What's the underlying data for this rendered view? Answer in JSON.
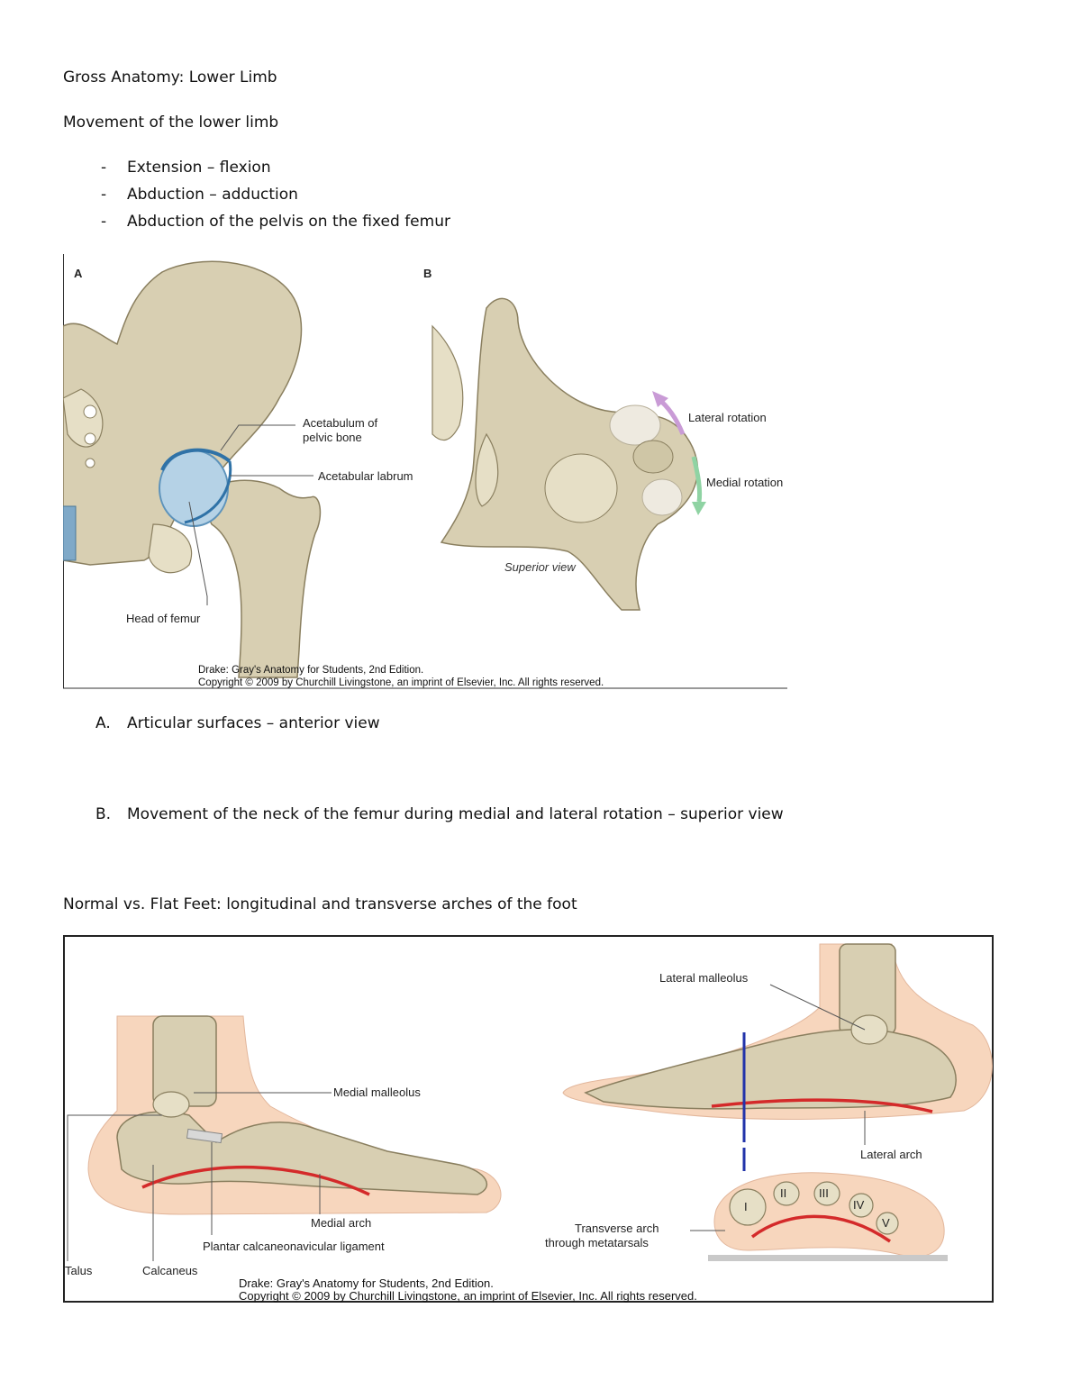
{
  "doc": {
    "title": "Gross Anatomy: Lower Limb",
    "section1": "Movement of the lower limb",
    "bullets": [
      "Extension – flexion",
      "Abduction – adduction",
      "Abduction of the pelvis on the fixed femur"
    ],
    "bullet_marker": "-",
    "caption_a_marker": "A.",
    "caption_a": "Articular surfaces – anterior view",
    "caption_b_marker": "B.",
    "caption_b": "Movement of the neck of the femur during medial and lateral rotation – superior view",
    "section2": "Normal vs. Flat Feet: longitudinal and transverse arches of the foot"
  },
  "figure1": {
    "panel_a": "A",
    "panel_b": "B",
    "labels": {
      "acetabulum_line1": "Acetabulum of",
      "acetabulum_line2": "pelvic bone",
      "labrum": "Acetabular labrum",
      "head_of_femur": "Head of femur",
      "lateral_rotation": "Lateral rotation",
      "medial_rotation": "Medial rotation",
      "superior_view": "Superior view"
    },
    "credit_line1": "Drake: Gray's Anatomy for Students, 2nd Edition.",
    "credit_line2": "Copyright © 2009 by Churchill Livingstone, an imprint of Elsevier, Inc. All rights reserved.",
    "colors": {
      "lateral_arrow": "#c99bd6",
      "medial_arrow": "#8fd3a3",
      "labrum": "#9cc3df"
    }
  },
  "figure2": {
    "labels": {
      "lateral_malleolus": "Lateral malleolus",
      "medial_malleolus": "Medial malleolus",
      "lateral_arch": "Lateral arch",
      "medial_arch": "Medial arch",
      "plantar_ligament": "Plantar calcaneonavicular ligament",
      "transverse_line1": "Transverse arch",
      "transverse_line2": "through metatarsals",
      "talus": "Talus",
      "calcaneus": "Calcaneus"
    },
    "metatarsals": [
      "I",
      "II",
      "III",
      "IV",
      "V"
    ],
    "credit_line1": "Drake: Gray's Anatomy for Students, 2nd Edition.",
    "credit_line2": "Copyright © 2009 by Churchill Livingstone, an imprint of Elsevier, Inc. All rights reserved.",
    "colors": {
      "arch_line": "#d42a2a",
      "plane_line": "#2233aa"
    }
  }
}
